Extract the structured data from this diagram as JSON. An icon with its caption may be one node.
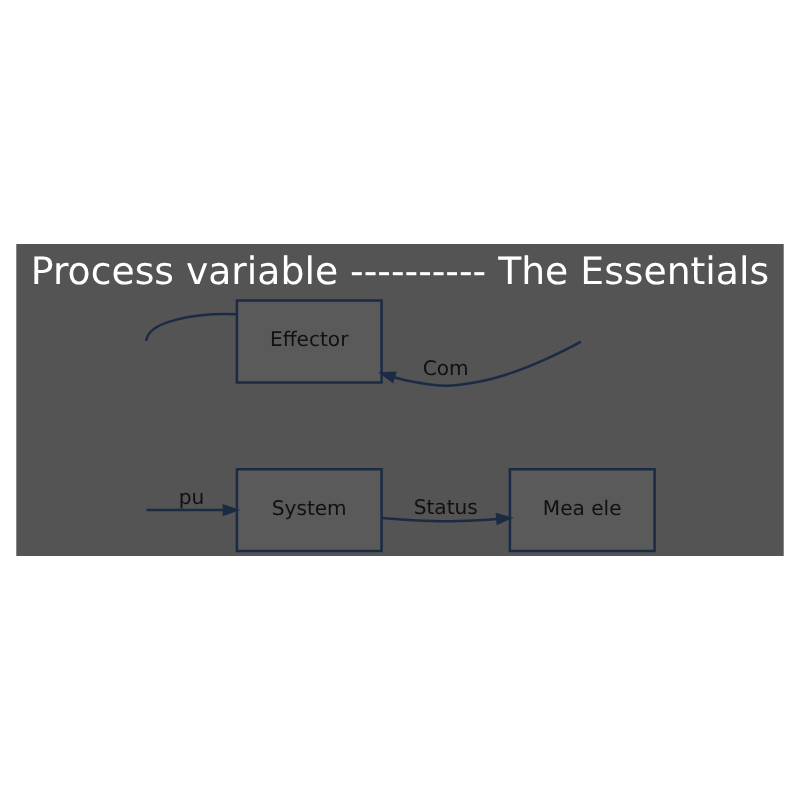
{
  "diagram": {
    "title": "Process variable ---------- The Essentials",
    "nodes": [
      {
        "text": [
          "System"
        ]
      },
      {
        "text": [
          "Mea ele"
        ]
      },
      {
        "text": [
          "Effector"
        ]
      }
    ],
    "edges": [
      {
        "from": null,
        "to": 0,
        "arrow": "to",
        "label": "pu"
      },
      {
        "from": 0,
        "to": 1,
        "arrow": "to",
        "label": "Status"
      },
      {
        "from": null,
        "to": 2,
        "arrow": "to",
        "label": "Com"
      },
      {
        "from": 2,
        "to": null,
        "arrow": "none"
      }
    ]
  }
}
